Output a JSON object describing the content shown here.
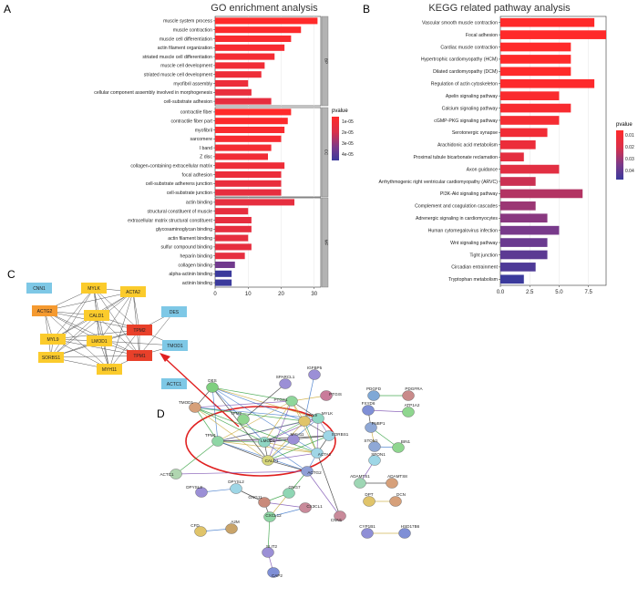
{
  "panel_letters": {
    "A": "A",
    "B": "B",
    "C": "C",
    "D": "D"
  },
  "colors": {
    "bar_ramp": [
      "#e8282c",
      "#e03040",
      "#c23a5c",
      "#8a3a86",
      "#4a3a9a"
    ],
    "facet_strip": "#b3b3b3",
    "c_red": "#e8402a",
    "c_orange": "#f59a30",
    "c_yellow": "#fbcb2c",
    "c_blue": "#7ec8e6"
  },
  "chart_data": [
    {
      "type": "bar",
      "title": "GO enrichment analysis",
      "orientation": "horizontal",
      "xlim": [
        0,
        32
      ],
      "xticks": [
        "0",
        "10",
        "20",
        "30"
      ],
      "legend": {
        "title": "pvalue",
        "labels": [
          "1e-05",
          "2e-05",
          "3e-05",
          "4e-05"
        ],
        "placement": "right"
      },
      "facets": [
        {
          "name": "BP",
          "categories": [
            "muscle system process",
            "muscle contraction",
            "muscle cell differentiation",
            "actin filament organization",
            "striated muscle cell differentiation",
            "muscle cell development",
            "striated muscle cell development",
            "myofibril assembly",
            "cellular component assembly involved in morphogenesis",
            "cell-substrate adhesion"
          ],
          "values": [
            31,
            26,
            23,
            21,
            18,
            15,
            14,
            10,
            11,
            17
          ],
          "pvalue": [
            1e-06,
            2e-06,
            3e-06,
            4e-06,
            5e-06,
            6e-06,
            7e-06,
            8e-06,
            9e-06,
            1e-05
          ]
        },
        {
          "name": "CC",
          "categories": [
            "contractile fiber",
            "contractile fiber part",
            "myofibril",
            "sarcomere",
            "I band",
            "Z disc",
            "collagen-containing extracellular matrix",
            "focal adhesion",
            "cell-substrate adherens junction",
            "cell-substrate junction"
          ],
          "values": [
            23,
            22,
            21,
            20,
            17,
            16,
            21,
            20,
            20,
            20
          ],
          "pvalue": [
            1e-06,
            2e-06,
            3e-06,
            4e-06,
            5e-06,
            6e-06,
            7e-06,
            8e-06,
            9e-06,
            1e-05
          ]
        },
        {
          "name": "MF",
          "categories": [
            "actin binding",
            "structural constituent of muscle",
            "extracellular matrix structural constituent",
            "glycosaminoglycan binding",
            "actin filament binding",
            "sulfur compound binding",
            "heparin binding",
            "collagen binding",
            "alpha-actinin binding",
            "actinin binding"
          ],
          "values": [
            24,
            10,
            11,
            11,
            10,
            11,
            9,
            6,
            5,
            5
          ],
          "pvalue": [
            1e-05,
            1e-05,
            1e-05,
            1e-05,
            1e-05,
            1e-05,
            1e-05,
            3e-05,
            4e-05,
            4e-05
          ]
        }
      ]
    },
    {
      "type": "bar",
      "title": "KEGG related pathway analysis",
      "orientation": "horizontal",
      "xlim": [
        0,
        9
      ],
      "xticks": [
        "0.0",
        "2.5",
        "5.0",
        "7.5"
      ],
      "legend": {
        "title": "pvalue",
        "labels": [
          "0.01",
          "0.02",
          "0.03",
          "0.04"
        ],
        "placement": "right"
      },
      "categories": [
        "Vascular smooth muscle contraction",
        "Focal adhesion",
        "Cardiac muscle contraction",
        "Hypertrophic cardiomyopathy (HCM)",
        "Dilated cardiomyopathy (DCM)",
        "Regulation of actin cytoskeleton",
        "Apelin signaling pathway",
        "Calcium signaling pathway",
        "cGMP-PKG signaling pathway",
        "Serotonergic synapse",
        "Arachidonic acid metabolism",
        "Proximal tubule bicarbonate reclamation",
        "Axon guidance",
        "Arrhythmogenic right ventricular cardiomyopathy (ARVC)",
        "PI3K-Akt signaling pathway",
        "Complement and coagulation cascades",
        "Adrenergic signaling in cardiomyocytes",
        "Human cytomegalovirus infection",
        "Wnt signaling pathway",
        "Tight junction",
        "Circadian entrainment",
        "Tryptophan metabolism"
      ],
      "values": [
        8,
        9,
        6,
        6,
        6,
        8,
        5,
        6,
        5,
        4,
        3,
        2,
        5,
        3,
        7,
        3,
        4,
        5,
        4,
        4,
        3,
        2
      ],
      "pvalue": [
        0.002,
        0.002,
        0.002,
        0.002,
        0.002,
        0.003,
        0.004,
        0.005,
        0.006,
        0.008,
        0.01,
        0.013,
        0.014,
        0.02,
        0.024,
        0.028,
        0.031,
        0.034,
        0.037,
        0.04,
        0.043,
        0.047
      ]
    }
  ],
  "network_c": {
    "nodes": [
      {
        "label": "CNN1",
        "color": "blue"
      },
      {
        "label": "MYLK",
        "color": "yellow"
      },
      {
        "label": "ACTA2",
        "color": "yellow"
      },
      {
        "label": "ACTG2",
        "color": "orange"
      },
      {
        "label": "CALD1",
        "color": "yellow"
      },
      {
        "label": "DES",
        "color": "blue"
      },
      {
        "label": "TPM2",
        "color": "red"
      },
      {
        "label": "MYL9",
        "color": "yellow"
      },
      {
        "label": "LMOD1",
        "color": "yellow"
      },
      {
        "label": "TMOD1",
        "color": "blue"
      },
      {
        "label": "SORBS1",
        "color": "yellow"
      },
      {
        "label": "TPM1",
        "color": "red"
      },
      {
        "label": "MYH11",
        "color": "yellow"
      },
      {
        "label": "ACTC1",
        "color": "blue"
      }
    ]
  },
  "network_d": {
    "nodes": [
      "DES",
      "SPARCL1",
      "IGFBP5",
      "PTGIS",
      "PTGS1",
      "TMOD1",
      "MYLK",
      "TPM2",
      "MYL9",
      "SORBS1",
      "TPM1",
      "LMOD1",
      "MYH11",
      "ACTA2",
      "CALD1",
      "ACTG2",
      "ACTC1",
      "PDGFD",
      "PDGFRA",
      "FXYD6",
      "ATP1A2",
      "FNBP1",
      "STON1",
      "BIN1",
      "SPON1",
      "ADAMTS1",
      "ADAMTS8",
      "DPT",
      "DCN",
      "DPYSL3",
      "DPYSL2",
      "GNG11",
      "GNG7",
      "CX3CL1",
      "CXCL12",
      "CNN1",
      "CYP1B1",
      "HSD17B6",
      "CFD",
      "A2M",
      "SLIT2",
      "CAP2"
    ]
  }
}
